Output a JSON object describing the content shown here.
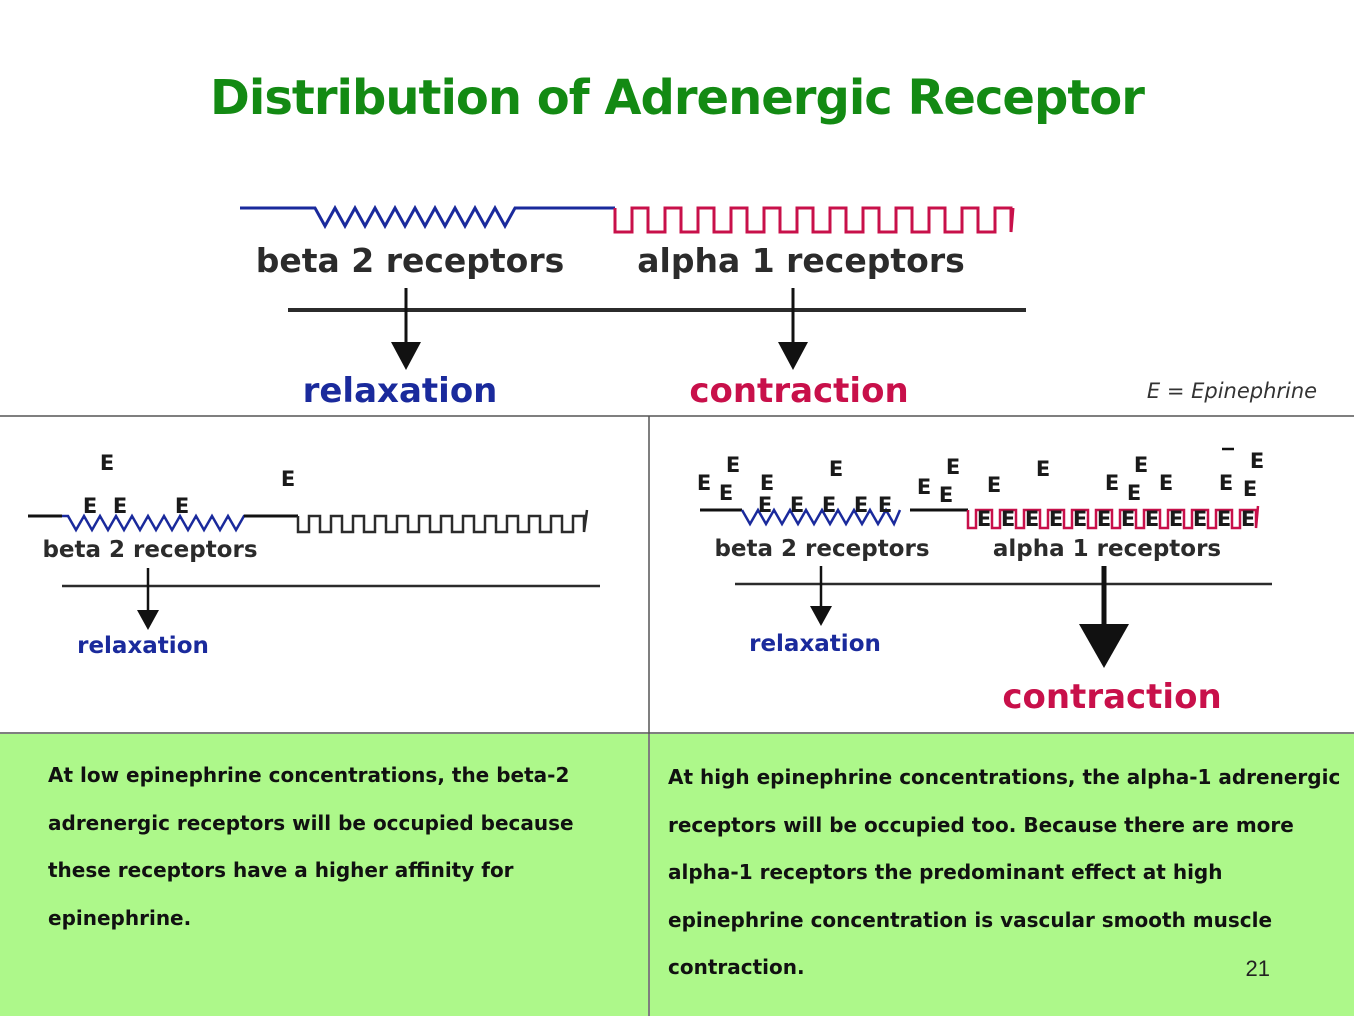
{
  "slide": {
    "title": "Distribution of Adrenergic Receptor",
    "page_number": "21"
  },
  "legend": {
    "text": "E = Epinephrine"
  },
  "top_diagram": {
    "beta_label": "beta 2 receptors",
    "alpha_label": "alpha 1 receptors",
    "relaxation_label": "relaxation",
    "contraction_label": "contraction"
  },
  "low_panel": {
    "beta_label": "beta 2 receptors",
    "relaxation_label": "relaxation",
    "e_marker": "E",
    "text": "At low epinephrine concentrations, the beta-2 adrenergic receptors will be occupied because these receptors have a higher affinity for epinephrine."
  },
  "high_panel": {
    "beta_label": "beta 2 receptors",
    "alpha_label": "alpha 1 receptors",
    "relaxation_label": "relaxation",
    "contraction_label": "contraction",
    "e_marker": "E",
    "text": "At high epinephrine concentrations, the alpha-1 adrenergic receptors will be occupied too. Because there are more alpha-1 receptors the predominant effect at high epinephrine concentration is vascular smooth muscle contraction."
  },
  "colors": {
    "title": "#138a13",
    "beta_receptor": "#1a2a9c",
    "alpha_receptor": "#c8104a",
    "relaxation": "#1a2a9c",
    "contraction": "#c8104a",
    "note_background": "#adf88a"
  }
}
